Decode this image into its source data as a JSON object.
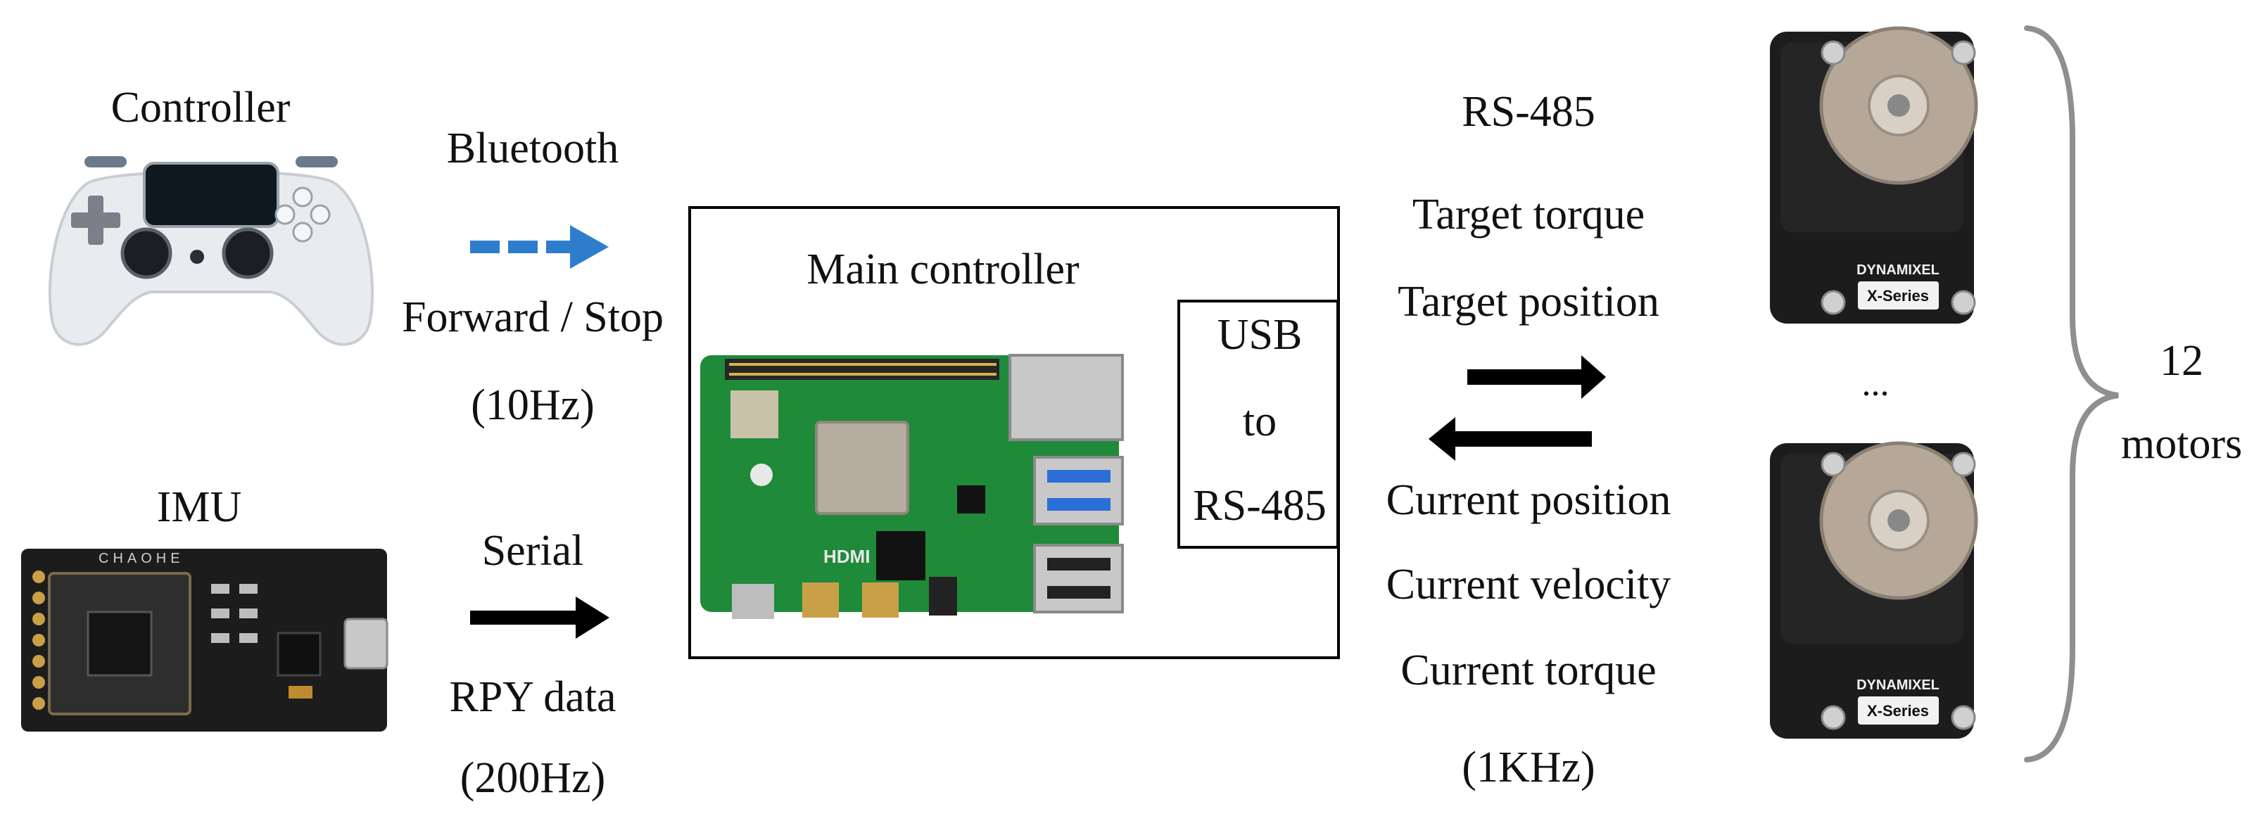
{
  "controller": {
    "title": "Controller"
  },
  "bluetooth": {
    "protocol": "Bluetooth",
    "command": "Forward / Stop",
    "rate": "(10Hz)"
  },
  "imu": {
    "title": "IMU",
    "chip_text": "CHAOHE"
  },
  "serial": {
    "protocol": "Serial",
    "payload": "RPY data",
    "rate": "(200Hz)"
  },
  "main_controller": {
    "title": "Main controller",
    "board_text": "HDMI"
  },
  "usb": {
    "line1": "USB",
    "line2": "to",
    "line3": "RS-485"
  },
  "rs485": {
    "protocol": "RS-485",
    "out_1": "Target torque",
    "out_2": "Target position",
    "in_1": "Current position",
    "in_2": "Current velocity",
    "in_3": "Current torque",
    "rate": "(1KHz)"
  },
  "motors": {
    "brand": "DYNAMIXEL",
    "series": "X-Series",
    "ellipsis": "...",
    "count": "12",
    "unit": "motors"
  }
}
